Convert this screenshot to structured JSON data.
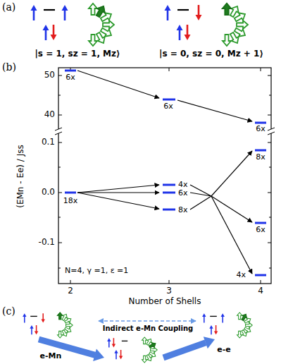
{
  "diagram": {
    "labels": [
      "(a)",
      "|s = 1, sz = 1, Mz⟩",
      "|s = 0, sz = 0, Mz + 1⟩",
      "(b)",
      "50",
      "40",
      "0.1",
      "0.0",
      "-0.1",
      "(EMn - Ee) / Jss",
      "6x",
      "18x",
      "6x",
      "4x",
      "6x",
      "8x",
      "6x",
      "8x",
      "6x",
      "4x",
      "N=4, γ =1, ε =1",
      "2",
      "3",
      "4",
      "Number of Shells",
      "(c)",
      "Indirect e-Mn Coupling",
      "e-Mn",
      "e-e"
    ]
  }
}
